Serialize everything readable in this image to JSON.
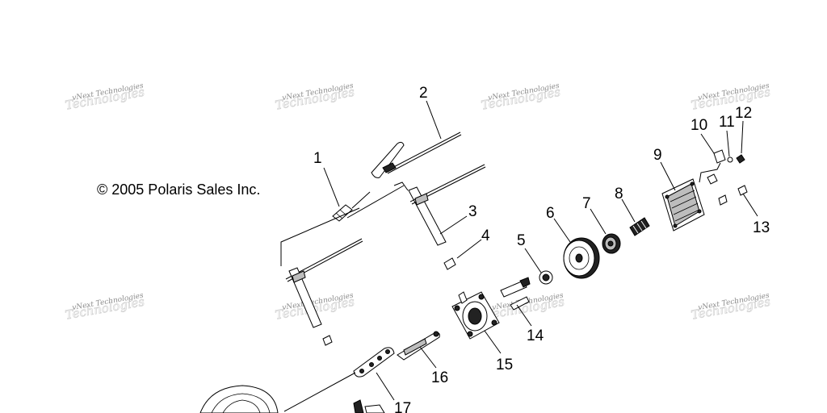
{
  "copyright": "© 2005 Polaris Sales Inc.",
  "watermark": {
    "line1": "vNext Technologies",
    "line2": "Technologies"
  },
  "callouts": {
    "c1": "1",
    "c2": "2",
    "c3": "3",
    "c4": "4",
    "c5": "5",
    "c6": "6",
    "c7": "7",
    "c8": "8",
    "c9": "9",
    "c10": "10",
    "c11": "11",
    "c12": "12",
    "c13": "13",
    "c14": "14",
    "c15": "15",
    "c16": "16",
    "c17": "17"
  },
  "colors": {
    "ink": "#000000",
    "background": "#ffffff",
    "watermark": "#8c8c8c"
  }
}
